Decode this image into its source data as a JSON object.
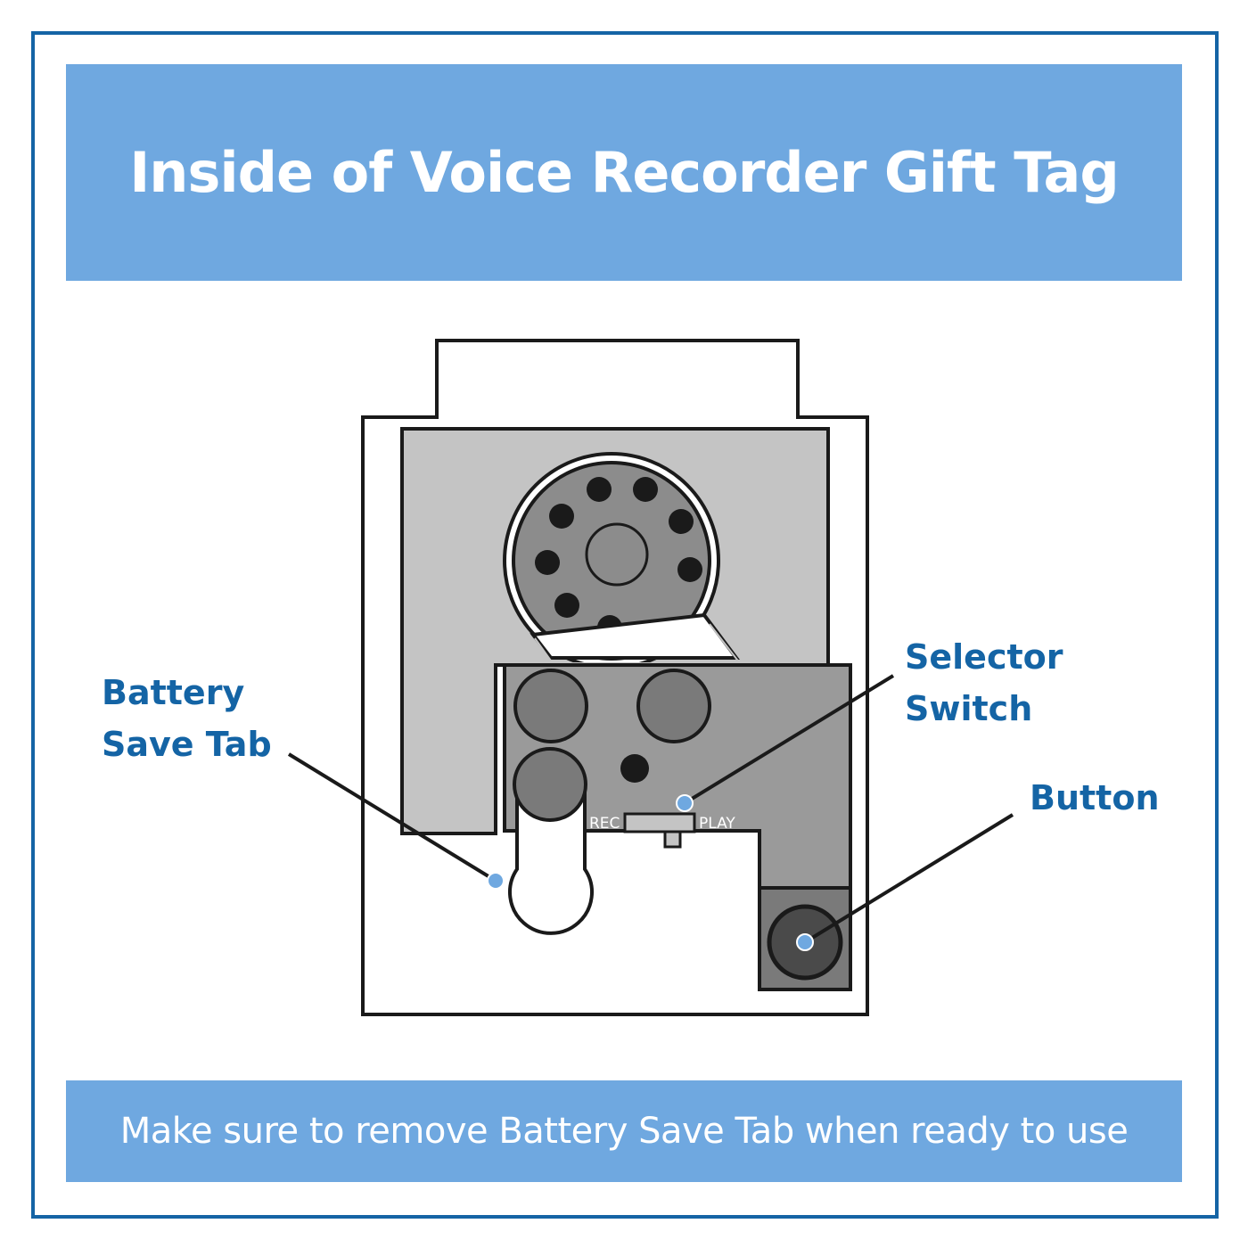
{
  "title": "Inside of Voice Recorder Gift Tag",
  "footer": "Make sure to remove Battery Save Tab when ready to use",
  "labels": {
    "battery_save_tab": [
      "Battery",
      "Save Tab"
    ],
    "selector_switch": [
      "Selector",
      "Switch"
    ],
    "button": "Button"
  },
  "switch": {
    "rec": "REC",
    "play": "PLAY"
  },
  "colors": {
    "frame": "#1464a5",
    "banner": "#6fa8e0",
    "label": "#1464a5",
    "callout_dot": "#6fa8e0",
    "light_gray": "#c4c4c4",
    "mid_gray": "#9a9a9a",
    "dark_gray": "#7a7a7a",
    "outline": "#1a1a1a"
  }
}
